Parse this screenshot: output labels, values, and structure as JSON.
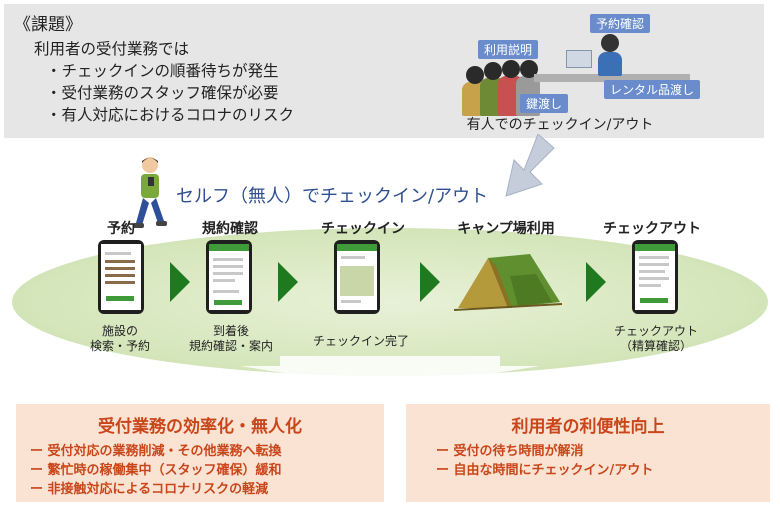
{
  "issue": {
    "title": "《課題》",
    "lead": "利用者の受付業務では",
    "items": [
      "・チェックインの順番待ちが発生",
      "・受付業務のスタッフ確保が必要",
      "・有人対応におけるコロナのリスク"
    ]
  },
  "staff_scene": {
    "tags": {
      "reservation_check": "予約確認",
      "usage_explanation": "利用説明",
      "rental_handover": "レンタル品渡し",
      "key_handover": "鍵渡し"
    },
    "caption": "有人でのチェックイン/アウト"
  },
  "flow": {
    "title": "セルフ（無人）でチェックイン/アウト",
    "steps": [
      {
        "label": "予約",
        "caption_line1": "施設の",
        "caption_line2": "検索・予約"
      },
      {
        "label": "規約確認",
        "caption_line1": "到着後",
        "caption_line2": "規約確認・案内"
      },
      {
        "label": "チェックイン",
        "caption_line1": "チェックイン完了",
        "caption_line2": ""
      },
      {
        "label": "キャンプ場利用",
        "caption_line1": "",
        "caption_line2": ""
      },
      {
        "label": "チェックアウト",
        "caption_line1": "チェックアウト",
        "caption_line2": "（精算確認）"
      }
    ]
  },
  "benefits": {
    "operator": {
      "title": "受付業務の効率化・無人化",
      "items": [
        "ー 受付対応の業務削減・その他業務へ転換",
        "ー 繁忙時の稼働集中（スタッフ確保）緩和",
        "ー 非接触対応によるコロナリスクの軽減"
      ]
    },
    "user": {
      "title": "利用者の利便性向上",
      "items": [
        "ー 受付の待ち時間が解消",
        "ー 自由な時間にチェックイン/アウト"
      ]
    }
  },
  "colors": {
    "panel_gray": "#e6e6e6",
    "tag_blue": "#6a8ccd",
    "flow_title_blue": "#2f4f8f",
    "chevron_green": "#1f7a1f",
    "phone_green": "#3e9b37",
    "benefit_bg": "#fbe3d4",
    "benefit_text": "#c8461a"
  },
  "icons": [
    "staff-at-desk-illustration",
    "walking-person-illustration",
    "smartphone-icon",
    "chevron-right-icon",
    "tent-icon",
    "down-arrow-icon"
  ]
}
